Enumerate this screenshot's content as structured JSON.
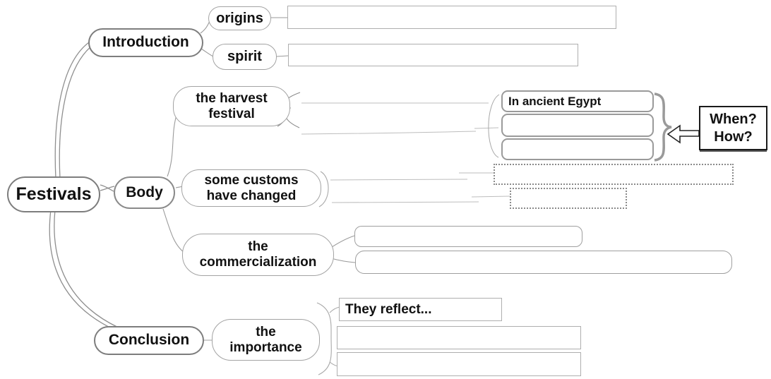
{
  "diagram": {
    "root": {
      "label": "Festivals"
    },
    "introduction": {
      "label": "Introduction",
      "origins": {
        "label": "origins",
        "answer": ""
      },
      "spirit": {
        "label": "spirit",
        "answer": ""
      }
    },
    "body": {
      "label": "Body",
      "harvest": {
        "label": "the harvest\nfestival",
        "slots": [
          "In ancient Egypt",
          "",
          ""
        ],
        "callout": "When?\nHow?"
      },
      "customs": {
        "label": "some customs\nhave changed",
        "slots": [
          "",
          ""
        ]
      },
      "commercialization": {
        "label": "the\ncommercialization",
        "slots": [
          "",
          ""
        ]
      }
    },
    "conclusion": {
      "label": "Conclusion",
      "importance": {
        "label": "the\nimportance",
        "slots": [
          "They reflect...",
          "",
          ""
        ]
      }
    },
    "colors": {
      "node_border": "#8a8a8a",
      "slot_border": "#a8a8a8",
      "dotted_border": "#8a8a8a",
      "brace": "#9a9a9a",
      "callout_border": "#1a1a1a",
      "text": "#111111",
      "background": "#ffffff"
    }
  }
}
